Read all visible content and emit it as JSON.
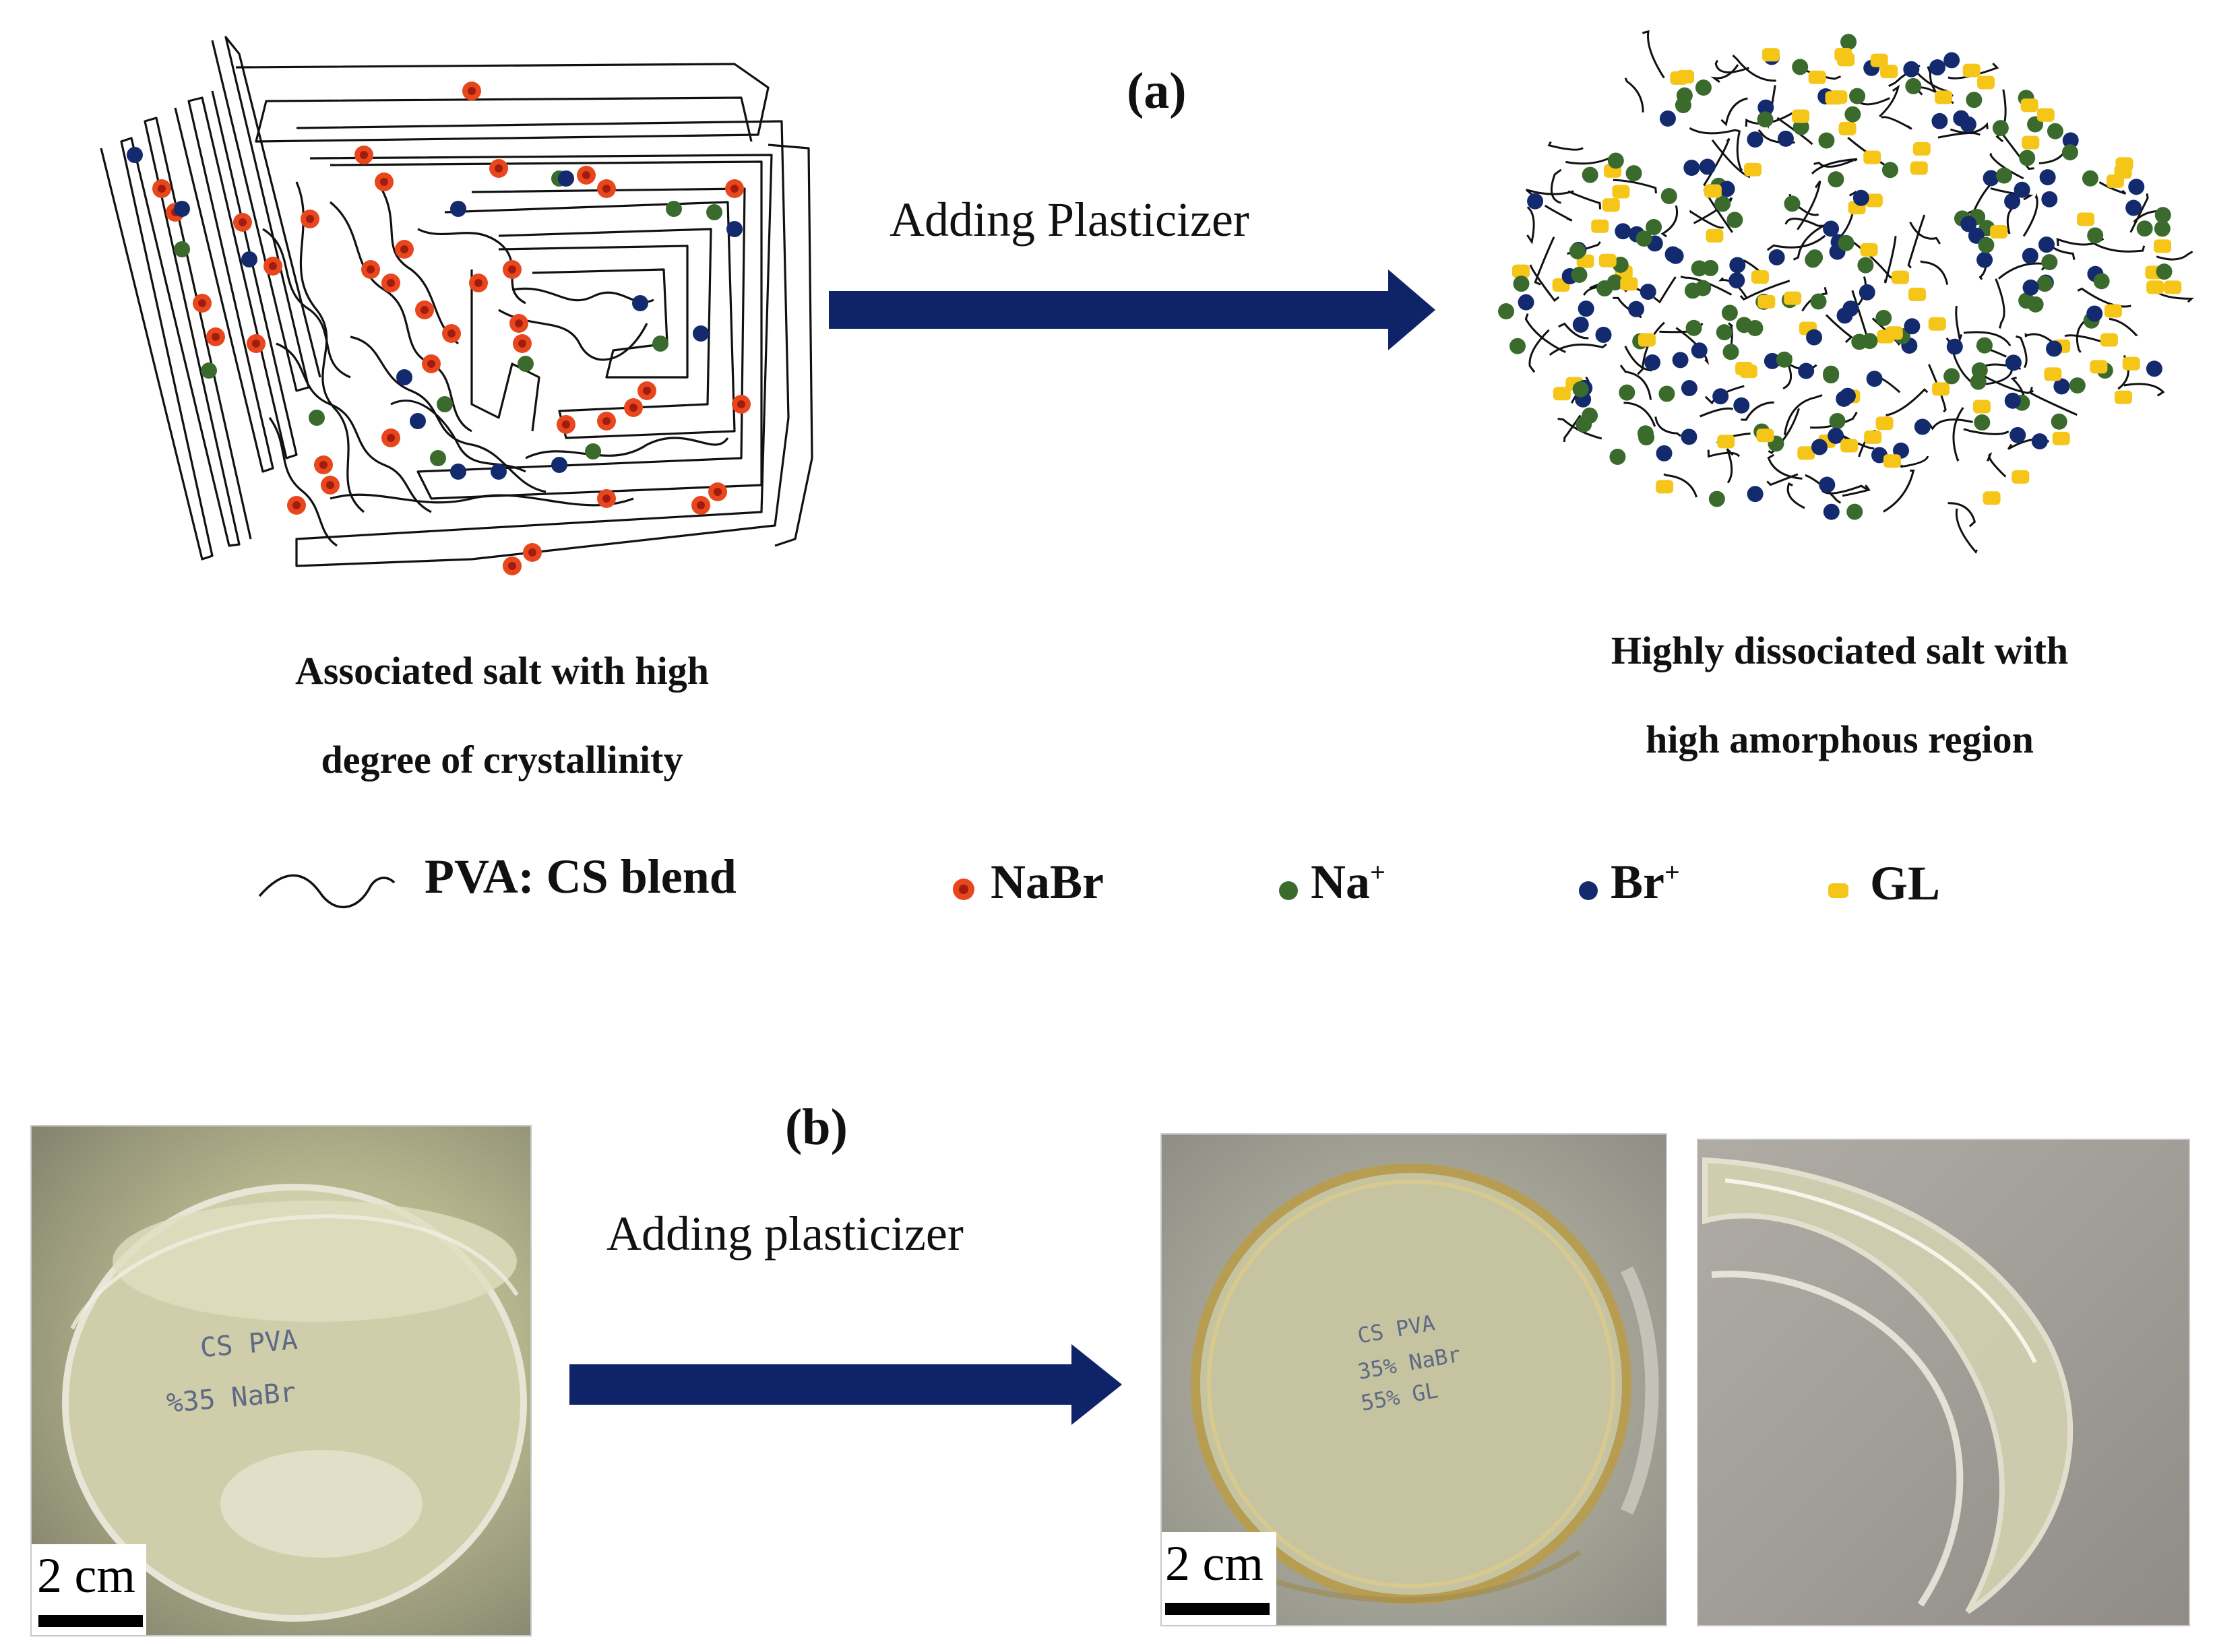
{
  "panel_a": {
    "label": "(a)",
    "arrow_label": "Adding Plasticizer",
    "left_caption": [
      "Associated salt with high",
      "degree of crystallinity"
    ],
    "right_caption": [
      "Highly dissociated salt with",
      "high amorphous region"
    ]
  },
  "legend": {
    "polymer": "PVA: CS blend",
    "salt": "NaBr",
    "cation": "Na",
    "cation_sup": "+",
    "anion": "Br",
    "anion_sup": "+",
    "plasticizer": "GL"
  },
  "panel_b": {
    "label": "(b)",
    "arrow_label": "Adding plasticizer",
    "scale_bar_left": "2 cm",
    "scale_bar_right": "2 cm",
    "left_film_handwriting": [
      "CS   PVA",
      "%35   NaBr"
    ],
    "right_film_handwriting": [
      "CS  PVA",
      "35%  NaBr",
      "55%  GL"
    ]
  },
  "colors": {
    "arrow": "#0f2468",
    "nabr_fill": "#e8471e",
    "nabr_core": "#a01c10",
    "na_ion": "#3a6a2c",
    "br_ion": "#132a6e",
    "gl": "#f5c518"
  }
}
